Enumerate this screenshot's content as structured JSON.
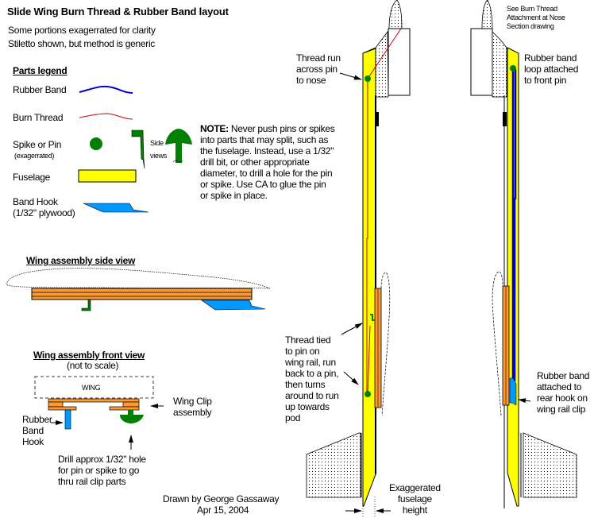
{
  "header": {
    "title": "Slide Wing Burn Thread & Rubber Band layout",
    "subtitle1": "Some portions exagerrated for clarity",
    "subtitle2": "Stiletto shown, but method is generic"
  },
  "legend": {
    "heading": "Parts legend",
    "items": [
      {
        "label": "Rubber Band",
        "icon": "rubber-band-line",
        "color": "#0000cc"
      },
      {
        "label": "Burn Thread",
        "icon": "burn-thread-line",
        "color": "#cc0000"
      },
      {
        "label": "Spike or Pin",
        "sublabel": "(exagerrated)",
        "icon": "pin-dot",
        "color": "#008000"
      },
      {
        "label": "Fuselage",
        "icon": "fuselage-rect",
        "color": "#ffff00"
      },
      {
        "label": "Band Hook\n(1/32\" plywood)",
        "icon": "band-hook-shape",
        "color": "#0099ff"
      }
    ],
    "side_views_label": "Side\nviews"
  },
  "note": {
    "bold": "NOTE:",
    "text": " Never push pins or spikes\ninto parts that may split, such as\nthe fuselage. Instead, use a 1/32\"\ndrill bit, or other appropriate\ndiameter, to drill a hole for the pin\nor spike. Use CA to glue the pin\nor spike in place."
  },
  "side_view": {
    "heading": "Wing assembly side view",
    "rail_color": "#ff9933"
  },
  "front_view": {
    "heading": "Wing assembly front  view",
    "subheading": "(not to scale)",
    "wing_label": "WING",
    "clip_label": "Wing Clip\nassembly",
    "hook_label": "Rubber\nBand\nHook",
    "drill_label": "Drill approx 1/32\" hole\nfor pin or spike to go\nthru rail clip parts"
  },
  "credit": {
    "author": "Drawn by George Gassaway",
    "date": "Apr 15, 2004"
  },
  "left_fuselage": {
    "thread_run_label": "Thread run\nacross pin\nto nose",
    "thread_tied_label": "Thread tied\nto pin on\nwing rail, run\nback to a pin,\nthen turns\naround to run\nup towards\npod",
    "exaggerated_label": "Exaggerated\nfuselage\nheight"
  },
  "right_fuselage": {
    "see_note": "See Burn Thread\nAttachment at Nose\nSection drawing",
    "front_pin_label": "Rubber band\nloop attached\nto front pin",
    "rear_hook_label": "Rubber band\nattached to\nrear hook on\nwing rail clip"
  },
  "colors": {
    "fuselage": "#ffff00",
    "rubber_band": "#0000cc",
    "burn_thread": "#cc0000",
    "pin": "#008000",
    "rail": "#ff9933",
    "hook": "#0099ff"
  }
}
